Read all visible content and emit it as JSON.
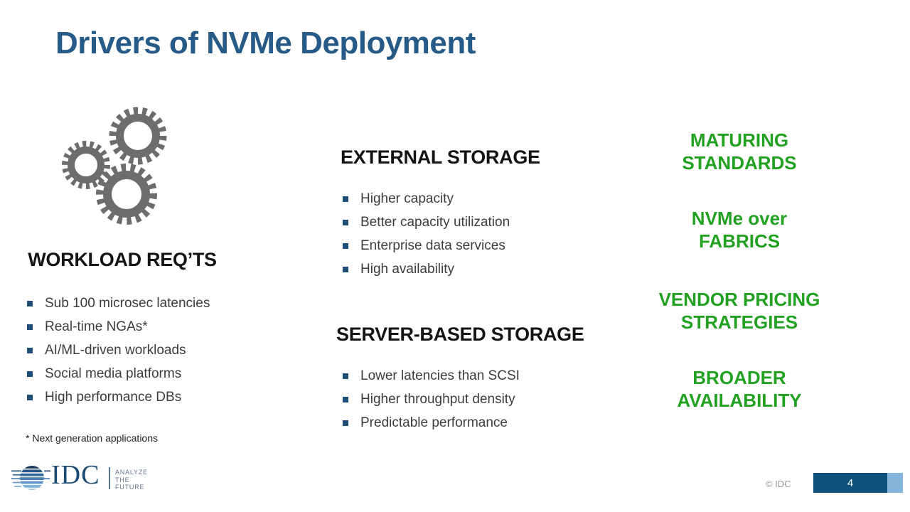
{
  "slide": {
    "title": "Drivers of NVMe Deployment",
    "footnote": "* Next generation applications",
    "copyright": "© IDC",
    "page_number": "4"
  },
  "workload": {
    "heading": "WORKLOAD REQ’TS",
    "items": [
      "Sub 100 microsec latencies",
      "Real-time NGAs*",
      "AI/ML-driven workloads",
      "Social media platforms",
      "High performance DBs"
    ]
  },
  "external_storage": {
    "heading": "EXTERNAL STORAGE",
    "items": [
      "Higher capacity",
      "Better capacity utilization",
      "Enterprise data services",
      "High availability"
    ]
  },
  "server_storage": {
    "heading": "SERVER-BASED STORAGE",
    "items": [
      "Lower latencies than SCSI",
      "Higher throughput density",
      "Predictable performance"
    ]
  },
  "drivers": {
    "items": [
      "MATURING\nSTANDARDS",
      "NVMe over\nFABRICS",
      "VENDOR PRICING\nSTRATEGIES",
      "BROADER\nAVAILABILITY"
    ]
  },
  "logo": {
    "wordmark": "IDC",
    "tagline": "ANALYZE\nTHE\nFUTURE"
  },
  "icons": {
    "gears": "gears-icon",
    "globe": "idc-globe-icon",
    "bullet": "bullet-square-icon"
  },
  "colors": {
    "title_blue": "#265a87",
    "driver_green": "#22a122",
    "bullet_navy": "#1f4e79",
    "gear_gray": "#6d6d6d",
    "page_bar_dark": "#0f527e",
    "page_bar_light": "#85b5dd",
    "logo_navy": "#1b4a73"
  }
}
